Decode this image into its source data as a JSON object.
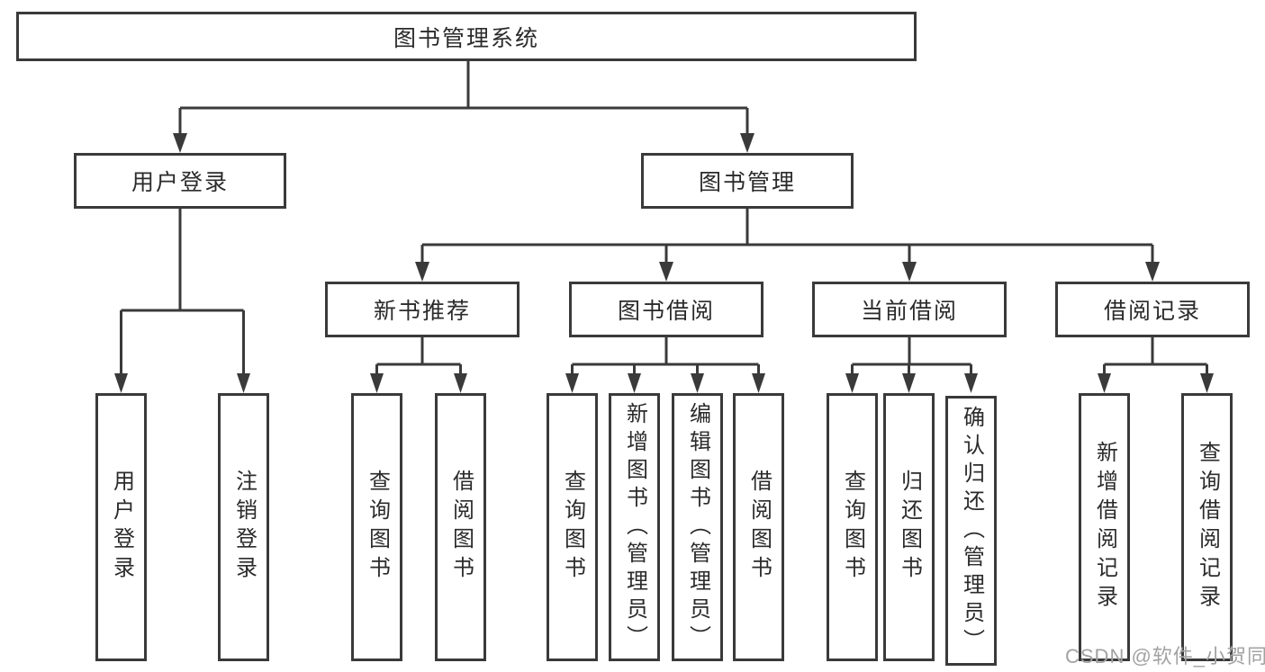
{
  "watermark": "CSDN @软件_小贺同学",
  "colors": {
    "line": "#3a3a3a",
    "box_border": "#3a3a3a",
    "text": "#2b2b2b",
    "watermark": "#a2a2a2",
    "background": "#ffffff"
  },
  "nodes": {
    "root": {
      "id": "library-system",
      "label": "图书管理系统"
    },
    "level2": [
      {
        "id": "user-login-module",
        "label": "用户登录",
        "parent": "library-system"
      },
      {
        "id": "book-management",
        "label": "图书管理",
        "parent": "library-system"
      }
    ],
    "level3": [
      {
        "id": "new-book-recommend",
        "label": "新书推荐",
        "parent": "book-management"
      },
      {
        "id": "book-borrowing",
        "label": "图书借阅",
        "parent": "book-management"
      },
      {
        "id": "current-borrowing",
        "label": "当前借阅",
        "parent": "book-management"
      },
      {
        "id": "borrowing-records",
        "label": "借阅记录",
        "parent": "book-management"
      }
    ],
    "leaves": [
      {
        "id": "user-login",
        "label": "用户登录",
        "parent": "user-login-module"
      },
      {
        "id": "logout",
        "label": "注销登录",
        "parent": "user-login-module"
      },
      {
        "id": "query-books-recommend",
        "label": "查询图书",
        "parent": "new-book-recommend"
      },
      {
        "id": "borrow-books-recommend",
        "label": "借阅图书",
        "parent": "new-book-recommend"
      },
      {
        "id": "query-books-borrowing",
        "label": "查询图书",
        "parent": "book-borrowing"
      },
      {
        "id": "add-books-admin",
        "label": "新增图书（管理员）",
        "parent": "book-borrowing"
      },
      {
        "id": "edit-books-admin",
        "label": "编辑图书（管理员）",
        "parent": "book-borrowing"
      },
      {
        "id": "borrow-books-borrowing",
        "label": "借阅图书",
        "parent": "book-borrowing"
      },
      {
        "id": "query-books-current",
        "label": "查询图书",
        "parent": "current-borrowing"
      },
      {
        "id": "return-books",
        "label": "归还图书",
        "parent": "current-borrowing"
      },
      {
        "id": "confirm-return-admin",
        "label": "确认归还（管理员）",
        "parent": "current-borrowing"
      },
      {
        "id": "add-borrow-record",
        "label": "新增借阅记录",
        "parent": "borrowing-records"
      },
      {
        "id": "query-borrow-record",
        "label": "查询借阅记录",
        "parent": "borrowing-records"
      }
    ]
  }
}
